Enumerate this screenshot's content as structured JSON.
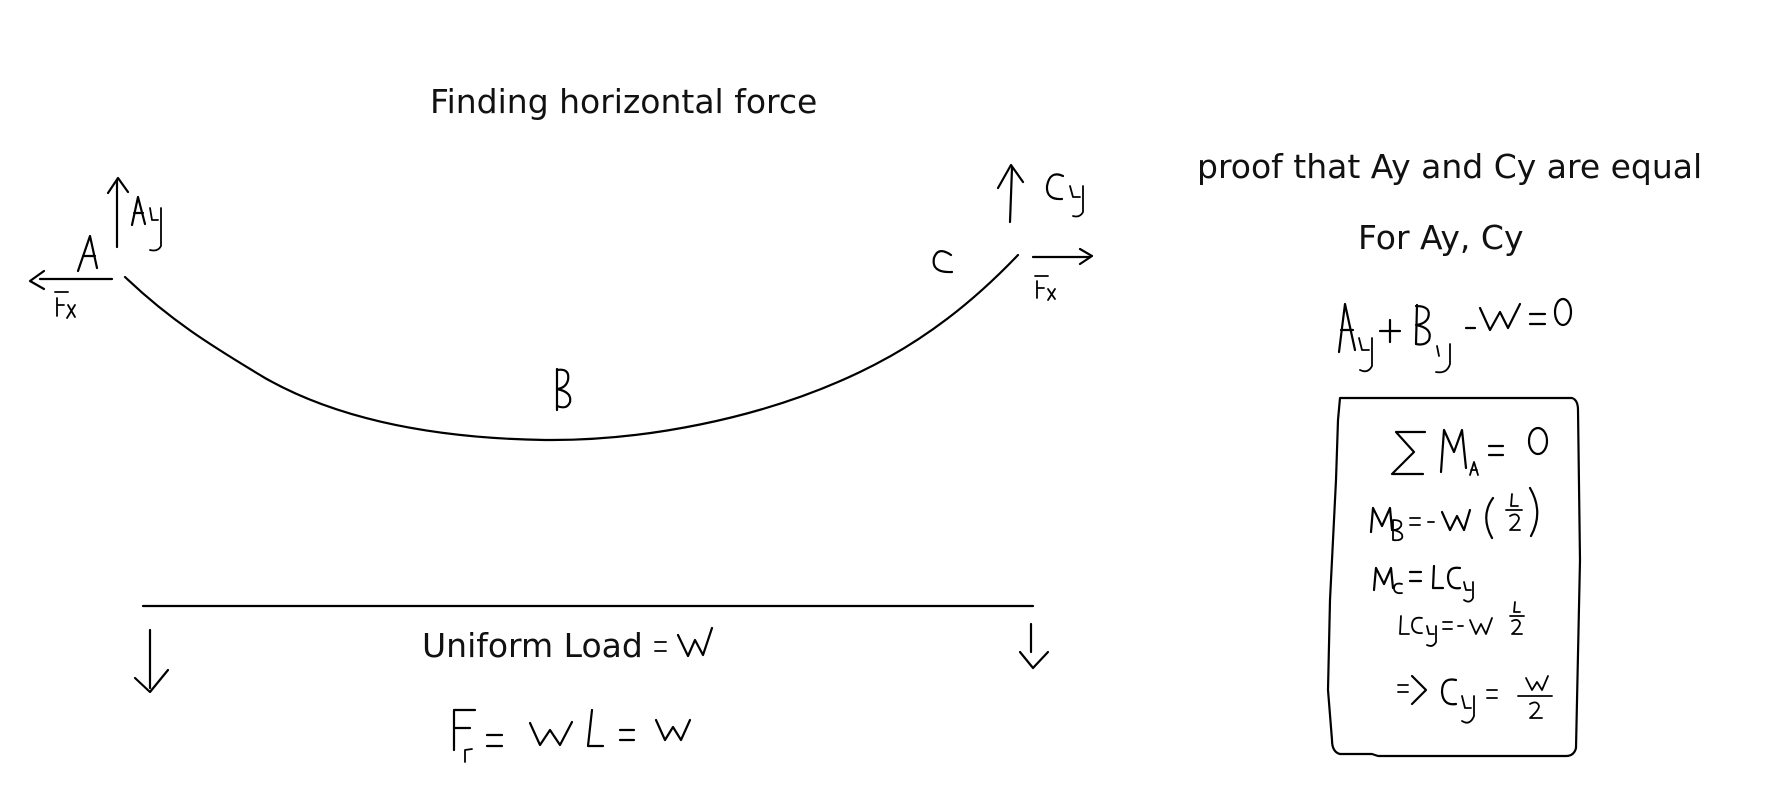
{
  "canvas": {
    "background": "#ffffff",
    "ink_color": "#000000"
  },
  "labels": {
    "title": "Finding horizontal force",
    "proof_title": "proof that Ay and Cy are equal",
    "for_label": "For Ay, Cy",
    "uniform_load": "Uniform Load"
  },
  "handwriting": {
    "point_a": "A",
    "point_b": "B",
    "point_c": "C",
    "reaction_a": "Ay",
    "reaction_c": "Cy",
    "horizontal_force_left": "Fx",
    "horizontal_force_right": "Fx",
    "load_value": "= W",
    "resultant_equation": "Fr = wL = W",
    "vertical_equilibrium": "Ay + By - W = 0",
    "moment_sum": "ΣMA = 0",
    "moment_b": "MB = -W (L/2)",
    "moment_c": "MC = LCy",
    "substitution": "LCy = -W L/2",
    "result": "=> Cy = W/2"
  }
}
